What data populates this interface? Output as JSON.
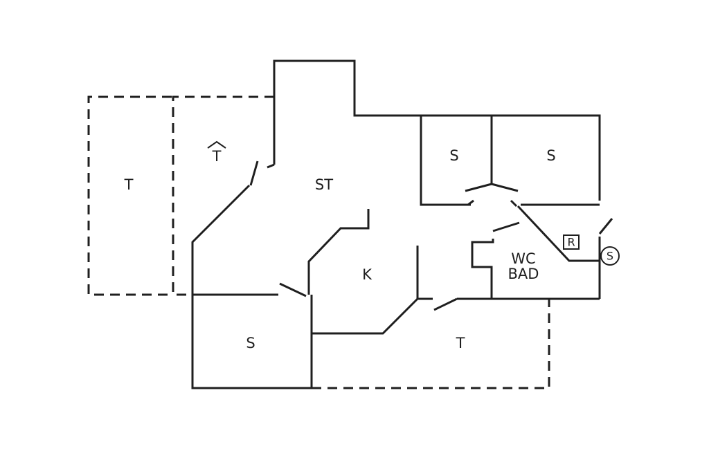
{
  "rooms": {
    "terrace_west": "T",
    "roof_terrace": "T",
    "living_room": "ST",
    "bedroom_1": "S",
    "bedroom_2": "S",
    "bedroom_3": "S",
    "kitchen": "K",
    "wc_line1": "WC",
    "wc_line2": "BAD",
    "terrace_south": "T"
  },
  "symbols": {
    "radiator_box": "R",
    "shaft_circle": "S"
  }
}
